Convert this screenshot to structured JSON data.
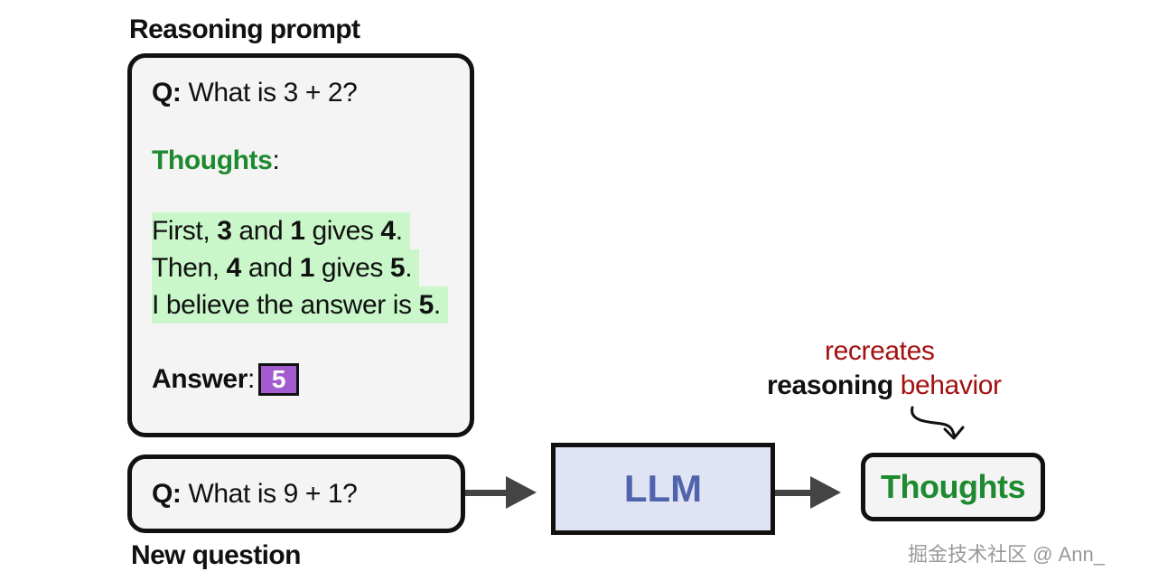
{
  "reasoning_prompt": {
    "heading": "Reasoning prompt",
    "q_label": "Q:",
    "q_text": " What is 3 + 2?",
    "thoughts_label": "Thoughts",
    "thoughts_colon": ":",
    "lines": [
      {
        "parts": [
          "First, ",
          "3",
          " and ",
          "1",
          " gives ",
          "4",
          "."
        ]
      },
      {
        "parts": [
          "Then, ",
          "4",
          " and ",
          "1",
          " gives ",
          "5",
          "."
        ]
      },
      {
        "parts": [
          "I believe the answer is ",
          "5",
          "."
        ]
      }
    ],
    "answer_label": "Answer",
    "answer_colon": ":",
    "answer_value": "5"
  },
  "new_question": {
    "heading": "New question",
    "q_label": "Q:",
    "q_text": " What is 9 + 1?"
  },
  "llm": {
    "label": "LLM"
  },
  "output": {
    "label": "Thoughts"
  },
  "annotation": {
    "line1": "recreates",
    "line2_a": "reasoning",
    "line2_b": " behavior"
  },
  "watermark": "掘金技术社区 @ Ann_",
  "colors": {
    "highlight": "#c9f7c9",
    "thoughts_green": "#1e8a30",
    "answer_purple": "#a35cd0",
    "llm_fill": "#dfe3f3",
    "llm_text": "#4f64ad",
    "annotation_red": "#a31010"
  }
}
